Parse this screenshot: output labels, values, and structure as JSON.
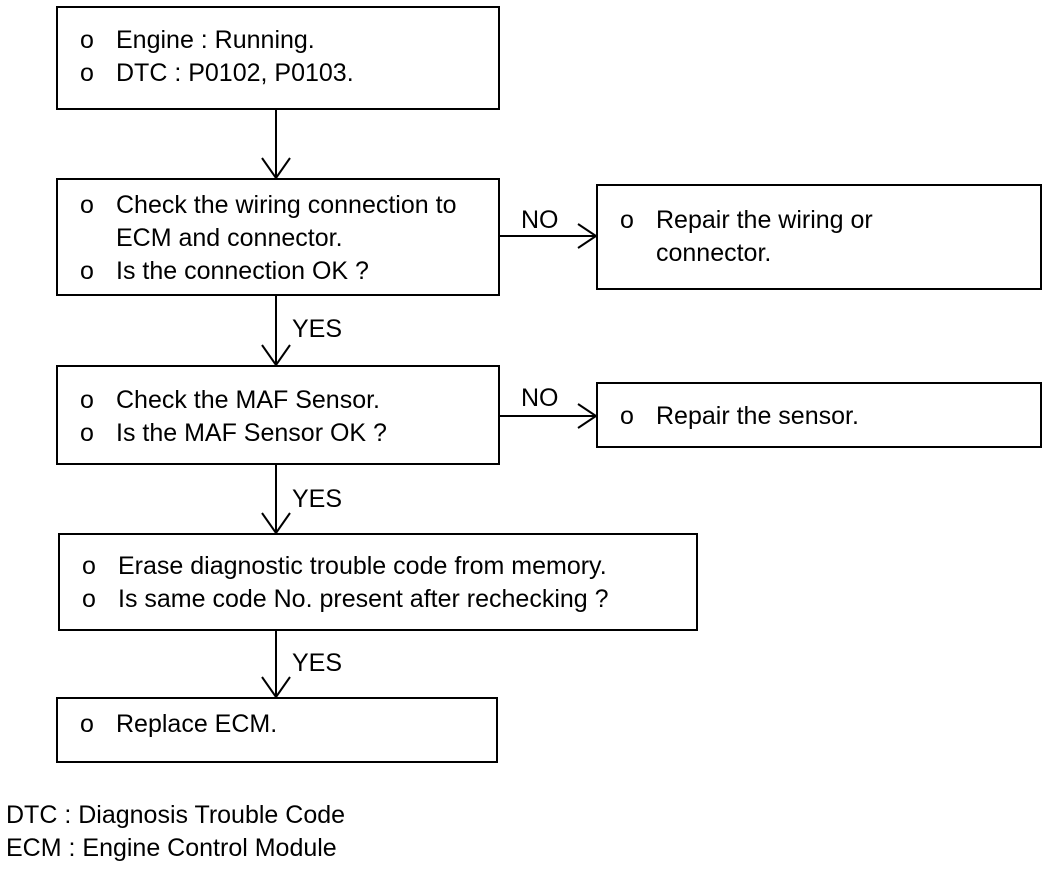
{
  "bullet": "o",
  "boxes": {
    "start": [
      "Engine : Running.",
      "DTC : P0102, P0103."
    ],
    "check_wiring": [
      "Check the wiring connection to ECM and connector.",
      "Is the connection OK ?"
    ],
    "repair_wiring": [
      "Repair the wiring or connector."
    ],
    "check_maf": [
      "Check the MAF Sensor.",
      "Is the MAF Sensor OK ?"
    ],
    "repair_sensor": [
      "Repair the sensor."
    ],
    "erase_dtc": [
      "Erase diagnostic trouble code from memory.",
      "Is same code No. present after rechecking ?"
    ],
    "replace_ecm": [
      "Replace ECM."
    ]
  },
  "edge_labels": {
    "wiring_no": "NO",
    "wiring_yes": "YES",
    "maf_no": "NO",
    "maf_yes": "YES",
    "erase_yes": "YES"
  },
  "legend": [
    "DTC : Diagnosis Trouble Code",
    "ECM : Engine Control Module"
  ]
}
